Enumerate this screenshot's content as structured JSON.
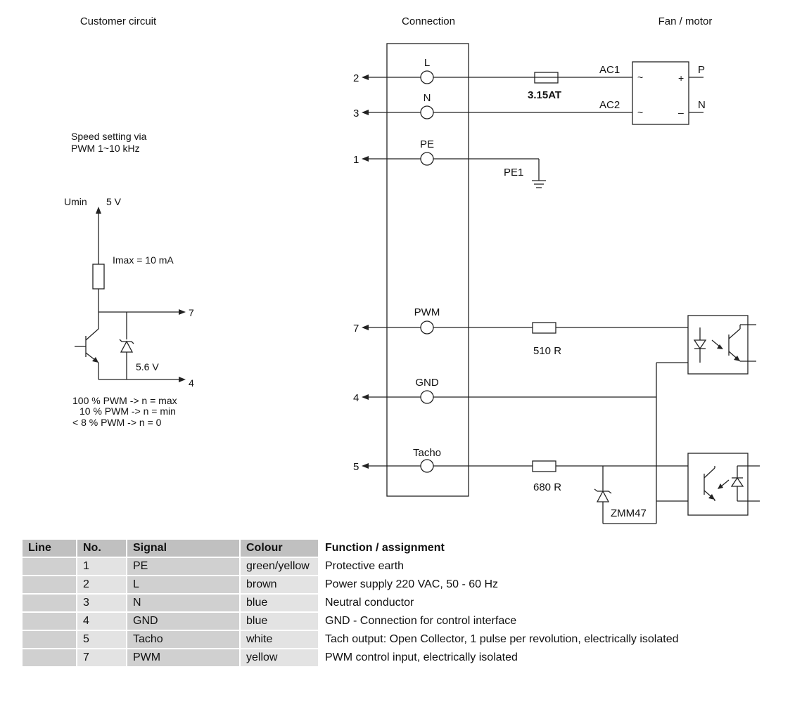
{
  "headers": {
    "customer": "Customer circuit",
    "connection": "Connection",
    "fan": "Fan / motor"
  },
  "customer_circuit": {
    "speed_line1": "Speed setting via",
    "speed_line2": "PWM 1~10 kHz",
    "umin": "Umin",
    "voltage": "5 V",
    "imax": "Imax = 10 mA",
    "zener": "5.6 V",
    "out_top": "7",
    "out_bottom": "4",
    "note_max": "100 % PWM -> n = max",
    "note_min": "10 % PWM -> n = min",
    "note_zero": "< 8 % PWM -> n = 0"
  },
  "connection": {
    "pins": [
      {
        "num": "2",
        "label": "L"
      },
      {
        "num": "3",
        "label": "N"
      },
      {
        "num": "1",
        "label": "PE"
      },
      {
        "num": "7",
        "label": "PWM"
      },
      {
        "num": "4",
        "label": "GND"
      },
      {
        "num": "5",
        "label": "Tacho"
      }
    ],
    "fuse": "3.15AT",
    "ac1": "AC1",
    "ac2": "AC2",
    "pe1": "PE1",
    "r_pwm": "510 R",
    "r_tacho": "680 R",
    "zmm": "ZMM47",
    "out_p": "P",
    "out_n": "N",
    "plus": "+",
    "minus": "–",
    "tilde": "~"
  },
  "table": {
    "headers": [
      "Line",
      "No.",
      "Signal",
      "Colour",
      "Function / assignment"
    ],
    "rows": [
      {
        "line": "",
        "no": "1",
        "signal": "PE",
        "colour": "green/yellow",
        "function": "Protective earth"
      },
      {
        "line": "",
        "no": "2",
        "signal": "L",
        "colour": "brown",
        "function": "Power supply 220 VAC, 50 - 60 Hz"
      },
      {
        "line": "",
        "no": "3",
        "signal": "N",
        "colour": "blue",
        "function": "Neutral conductor"
      },
      {
        "line": "",
        "no": "4",
        "signal": "GND",
        "colour": "blue",
        "function": "GND - Connection for control interface"
      },
      {
        "line": "",
        "no": "5",
        "signal": "Tacho",
        "colour": "white",
        "function": "Tach output: Open Collector, 1 pulse per revolution, electrically isolated"
      },
      {
        "line": "",
        "no": "7",
        "signal": "PWM",
        "colour": "yellow",
        "function": "PWM control input, electrically isolated"
      }
    ]
  }
}
